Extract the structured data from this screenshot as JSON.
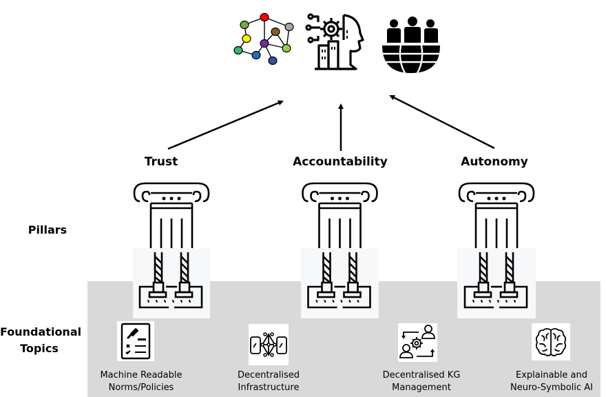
{
  "top_icons": [
    {
      "name": "knowledge-graph-icon",
      "node_colors": [
        "#ff0000",
        "#70ad47",
        "#a5a5a5",
        "#ffff00",
        "#8b5a2b",
        "#7030a0",
        "#3cb371",
        "#92d050",
        "#1f6fc1",
        "#2f5597"
      ]
    },
    {
      "name": "ai-head-icon"
    },
    {
      "name": "global-community-icon"
    }
  ],
  "pillars": [
    {
      "label": "Trust"
    },
    {
      "label": "Accountability"
    },
    {
      "label": "Autonomy"
    }
  ],
  "row_labels": {
    "pillars": "Pillars",
    "foundational_line1": "Foundational",
    "foundational_line2": "Topics"
  },
  "topics": [
    {
      "line1": "Machine Readable",
      "line2": "Norms/Policies",
      "icon": "gavel-checklist-icon"
    },
    {
      "line1": "Decentralised",
      "line2": "Infrastructure",
      "icon": "decentralised-network-icon"
    },
    {
      "line1": "Decentralised KG",
      "line2": "Management",
      "icon": "people-gear-cycle-icon"
    },
    {
      "line1": "Explainable and",
      "line2": "Neuro-Symbolic AI",
      "icon": "brain-icon"
    }
  ],
  "colors": {
    "band": "#d9d9d9",
    "stroke": "#000000"
  }
}
